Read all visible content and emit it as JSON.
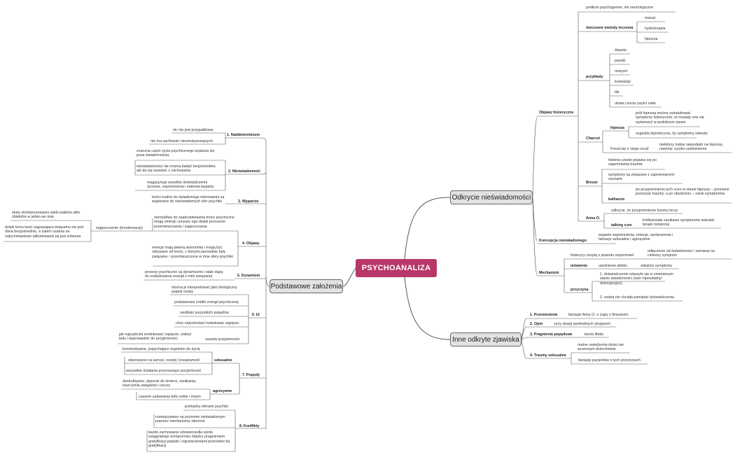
{
  "title": "PSYCHOANALIZA",
  "colors": {
    "root_bg": "#b83769",
    "branch_bg": "#e2e2e2",
    "line": "#555555"
  },
  "right": {
    "odkrycie": {
      "label": "Odkrycie nieświadomości",
      "objawy": {
        "label": "Objawy histeryczne",
        "podloze": "podłoże psychogenne, nie neurologiczne",
        "metody": {
          "label": "ówczesne metody leczenia",
          "items": [
            "masaż",
            "hydroterapia",
            "hipnoza"
          ]
        },
        "przyklady": {
          "label": "przykłady",
          "items": [
            "ślepota",
            "paraliż",
            "mutyzm",
            "konwulsje",
            "tiki",
            "utrata czucia części ciała"
          ]
        },
        "charcot": {
          "label": "Charcot",
          "hipnoza": {
            "label": "hipnoza",
            "items": [
              "jeśli hipnozą można zaindukować symptomy histeryczne, to musiały one się wytworzyć w podobnym stanie",
              "sugestia hipnotyczna, by symptomy odeszły"
            ]
          },
          "freud": {
            "label": "Freud się u niego uczył",
            "text": "niektórzy ludzie niepodatni na hipnozę, nawroty, ryzyko uzależnienia"
          }
        },
        "breuer": {
          "label": "Breuer",
          "items": [
            "histeria często pojawia się po zapomnianej traumie",
            "symptomy są związane z zapomnianymi scenami"
          ],
          "katharsis": {
            "label": "katharsis",
            "text": "po przypomnieniu tych scen w stanie hipnozy – ponowne przeżycie traumy; a po obudzeniu – zanik symptomów"
          }
        },
        "anna": {
          "label": "Anna O.",
          "text": "odkrycie, że przypomnienie traumy leczy",
          "talking": {
            "label": "talking cure",
            "text": "krótkotrwałe zanikanie symptomów wskutek terapii mówionej"
          }
        }
      },
      "koncepcja": {
        "label": "Koncepcja nieświadomego",
        "text": "wyparte wspomnienia, emocje, wyobrażenia i fantazje seksualne i agresywne"
      },
      "mechanizm": {
        "label": "Mechanizm",
        "histerycy": "histerycy cierpią z powodu wspomnień",
        "odlaczenie": "odłączenie od świadomości i zamiana na cielesny symptom",
        "mowienie": {
          "label": "mówienie",
          "uwolnienie": "uwolnienie afektu",
          "odejscie": "odejście symptomu"
        },
        "przyczyna": {
          "label": "przyczyna",
          "items": [
            "1. doświadczenie zdarzyło się w zmienionym stanie świadomości (stan hipnoidalny/ dysocjacyjny)",
            "2. osoba nie chciała pamiętać doświadczenia"
          ]
        }
      }
    },
    "inne": {
      "label": "Inne odkryte zjawiska",
      "przeniesienie": {
        "label": "1. Przeniesienie",
        "text": "fantazje Anny O. o ciąży z Breuerem"
      },
      "opor": {
        "label": "2. Opór",
        "text": "przy okazji swobodnych skojarzeń"
      },
      "pragnienia": {
        "label": "3. Pragnienia popędowe",
        "text": "teoria libido"
      },
      "traumy": {
        "label": "4. Traumy seksualne",
        "items": [
          "realne uwiedzenia dzieci we wczesnym dzieciństwie",
          "fantazje pacjentów o tych przeżyciach"
        ]
      }
    }
  },
  "left": {
    "label": "Podstawowe założenia",
    "nad": {
      "label": "1. Naddeterminizm",
      "items": [
        "nic nie jest przypadkowe",
        "nie ma zachowań nieumotywowanych"
      ]
    },
    "nies": {
      "label": "2. Nieświadomość",
      "items": [
        "znaczna część życia psychicznego wydarza się poza świadomością",
        "nieświadomości nie można badać bezpośrednio, ale da się wywieść z zachowania",
        "magazynuje wszelkie doświadczenia życiowe, wspomnienia i materiał wyparty"
      ]
    },
    "wyp": {
      "label": "3. Wyparcie",
      "text": "treści trudne do świadomego tolerowania są wypierane do nieświadomych sfer psychiki"
    },
    "obj": {
      "label": "4. Objawy",
      "item1": "niemożliwe do zaakceptowania treści psychiczne mogą ominąć cenzurę ego dzięki procesom przemieszczania i zagęszczania",
      "zageszczenie": {
        "label": "zagęszczenie (kondensacja)",
        "items": [
          "służy skompresowaniu wielu wątków albo obiektów w jeden we śnie",
          "dzięki temu treść zagrażająca śniącemu nie jest dana bezpośrednio, a zatem szansa na natychmiastowe odkodowanie jej jest znikoma"
        ]
      },
      "item2": "emocje mają pewną autonomię i mogą być odrywane od treści, z którymi pierwotnie były związane, i przemieszczone w inne sfery psychiki"
    },
    "dyn": {
      "label": "5. Dynamizm",
      "text": "procesy psychiczne są dynamiczne i stale dążą do rozładowania energii z nimi związanej"
    },
    "id": {
      "label": "6. Id",
      "items": [
        "można je interpretować jako biologiczny aspekt osoby",
        "podstawowe źródło energii psychicznej",
        "siedlisko wszystkich popędów",
        "chce natychmiast rozładować napięcie"
      ],
      "zasada": {
        "label": "zasada przyjemności",
        "text": "jak najszybciej zredukować napięcie, unikać bólu i doprowadzić do przyjemności"
      }
    },
    "pop": {
      "label": "7. Popędy",
      "seks": {
        "label": "seksualne",
        "items": [
          "konstruktywne, popychające organizm do życia",
          "skierowane na wzrost, rozwój i kreatywność",
          "wszystkie działania przynoszące przyjemność"
        ]
      },
      "agr": {
        "label": "agresywne",
        "items": [
          "destruktywne, dążenie do śmierci, niedbania, niszczenia związków i rzeczy",
          "czasem zadawania bólu sobie i innym"
        ]
      }
    },
    "konf": {
      "label": "8. Konflikty",
      "items": [
        "pomiędzy sferami psychiki",
        "rozwiązywane na poziomie nieświadomym poprzez mechanizmy obronne",
        "każde zachowanie odzwierciedla wynik osiągniętego kompromisu między pragnieniem gratyfikacji popędu i ograniczeniami przeciwko tej gratyfikacji"
      ]
    }
  }
}
